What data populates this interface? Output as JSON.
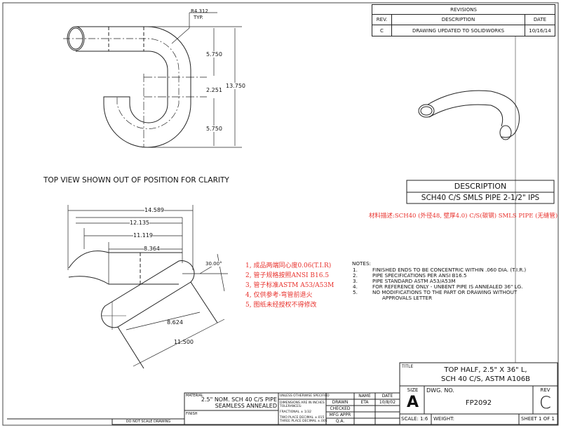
{
  "revisions": {
    "title": "REVISIONS",
    "headers": [
      "REV.",
      "DESCRIPTION",
      "DATE"
    ],
    "rows": [
      {
        "rev": "C",
        "description": "DRAWING UPDATED TO SOLIDWORKS",
        "date": "10/16/14"
      }
    ]
  },
  "top_view": {
    "radius": "R4.312",
    "radius_note": "TYP.",
    "dims": [
      "5.750",
      "2.251",
      "5.750",
      "13.750"
    ],
    "caption": "TOP VIEW SHOWN OUT OF POSITION FOR CLARITY"
  },
  "side_view": {
    "dims": [
      "14.589",
      "12.135",
      "11.119",
      "8.364",
      "30.00°",
      "8.624",
      "11.500"
    ]
  },
  "description": {
    "header": "DESCRIPTION",
    "value": "SCH40 C/S SMLS PIPE 2-1/2\" IPS",
    "red_note": "材料描述:SCH40 (外径48, 壁厚4.0) C/S(碳钢) SMLS PIPE (无缝管)"
  },
  "red_notes": [
    "1, 成品两端同心度0.06(T.I.R)",
    "2, 管子规格按照ANSI B16.5",
    "3, 管子标准ASTM A53/A53M",
    "4, 仅供参考-弯管前退火",
    "5, 图纸未经授权不得修改"
  ],
  "notes": {
    "title": "NOTES:",
    "items": [
      {
        "n": "1.",
        "text": "FINISHED ENDS TO BE CONCENTRIC WITHIN .060 DIA. (T.I.R.)"
      },
      {
        "n": "2.",
        "text": "PIPE SPECIFICATIONS PER ANSI B16.5"
      },
      {
        "n": "3.",
        "text": "PIPE STANDARD ASTM A53/A53M"
      },
      {
        "n": "4.",
        "text": "FOR REFERENCE ONLY - UNBENT PIPE IS ANNEALED 36\" LG."
      },
      {
        "n": "5.",
        "text": "NO MODIFICATIONS TO THE PART OR DRAWING WITHOUT"
      }
    ],
    "continuation": "APPROVALS LETTER"
  },
  "title_block": {
    "material_label": "MATERIAL",
    "material_line1": "2.5\" NOM. SCH 40 C/S PIPE",
    "material_line2": "SEAMLESS ANNEALED",
    "finish_label": "FINISH",
    "unless": "UNLESS OTHERWISE SPECIFIED",
    "dims_in": "DIMENSIONS ARE IN INCHES",
    "tolerances": "TOLERANCES:",
    "fractional": "FRACTIONAL ± 1/32",
    "two_place": "TWO PLACE DECIMAL ±.015",
    "three_place": "THREE PLACE DECIMAL ±.005",
    "name_header": "NAME",
    "date_header": "DATE",
    "drawn": "DRAWN",
    "drawn_name": "ETA",
    "drawn_date": "10/8/02",
    "checked": "CHECKED",
    "mfg": "MFG APPR",
    "qa": "Q.A.",
    "title_label": "TITLE",
    "title_line1": "TOP HALF, 2.5\" X 36\" L,",
    "title_line2": "SCH 40 C/S, ASTM A106B",
    "size_label": "SIZE",
    "size": "A",
    "dwg_label": "DWG.  NO.",
    "dwg_no": "FP2092",
    "rev_label": "REV",
    "rev": "C",
    "scale": "SCALE: 1:6",
    "weight": "WEIGHT:",
    "sheet": "SHEET 1 OF 1",
    "do_not_scale": "DO NOT SCALE DRAWING"
  }
}
